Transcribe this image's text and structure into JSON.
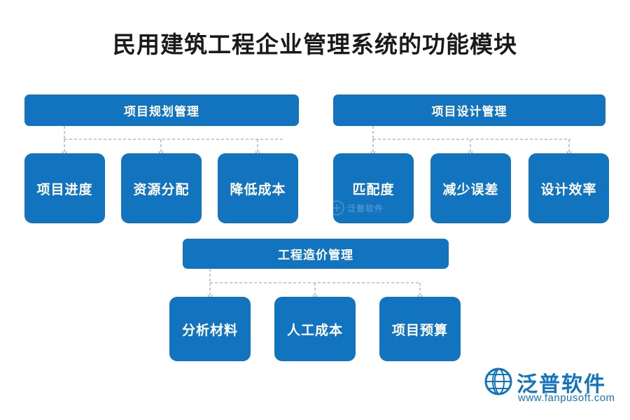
{
  "page": {
    "title": "民用建筑工程企业管理系统的功能模块",
    "background_color": "#ffffff",
    "node_color": "#1273bf",
    "node_text_color": "#ffffff",
    "connector_color": "#9a9a9a"
  },
  "diagram": {
    "groups": [
      {
        "header": "项目规划管理",
        "children": [
          "项目进度",
          "资源分配",
          "降低成本"
        ]
      },
      {
        "header": "项目设计管理",
        "children": [
          "匹配度",
          "减少误差",
          "设计效率"
        ]
      },
      {
        "header": "工程造价管理",
        "children": [
          "分析材料",
          "人工成本",
          "项目预算"
        ]
      }
    ]
  },
  "watermark": {
    "center_text": "泛普软件"
  },
  "logo": {
    "name": "泛普软件",
    "url": "www.fanpusoft.com"
  }
}
